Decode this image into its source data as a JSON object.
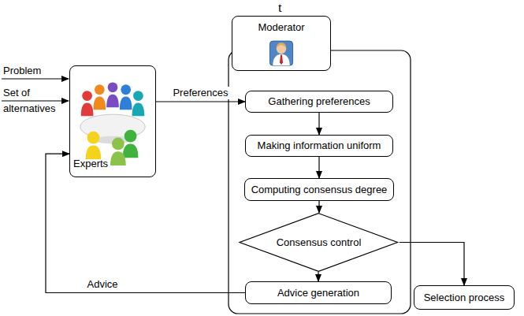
{
  "diagram": {
    "nodes": [
      {
        "text": [
          "Moderator"
        ]
      },
      {
        "text": [
          "Experts"
        ]
      },
      {
        "text": [
          "Gathering preferences"
        ]
      },
      {
        "text": [
          "Making information uniform"
        ]
      },
      {
        "text": [
          "Computing consensus degree"
        ]
      },
      {
        "text": [
          "Consensus control"
        ]
      },
      {
        "text": [
          "Advice generation"
        ]
      },
      {
        "text": [
          "Selection process"
        ]
      }
    ],
    "edges": [
      {
        "from": 1,
        "to": 2,
        "label": "Preferences",
        "arrow": "to"
      },
      {
        "from": 2,
        "to": 3,
        "arrow": "to"
      },
      {
        "from": 3,
        "to": 4,
        "arrow": "to"
      },
      {
        "from": 4,
        "to": 5,
        "arrow": "to"
      },
      {
        "from": 5,
        "to": 6,
        "arrow": "to"
      },
      {
        "from": 5,
        "to": 7,
        "arrow": "to"
      },
      {
        "from": 6,
        "to": 1,
        "label": "Advice",
        "arrow": "to"
      }
    ],
    "labels": [
      "t",
      "Problem",
      "Set of alternatives"
    ]
  }
}
